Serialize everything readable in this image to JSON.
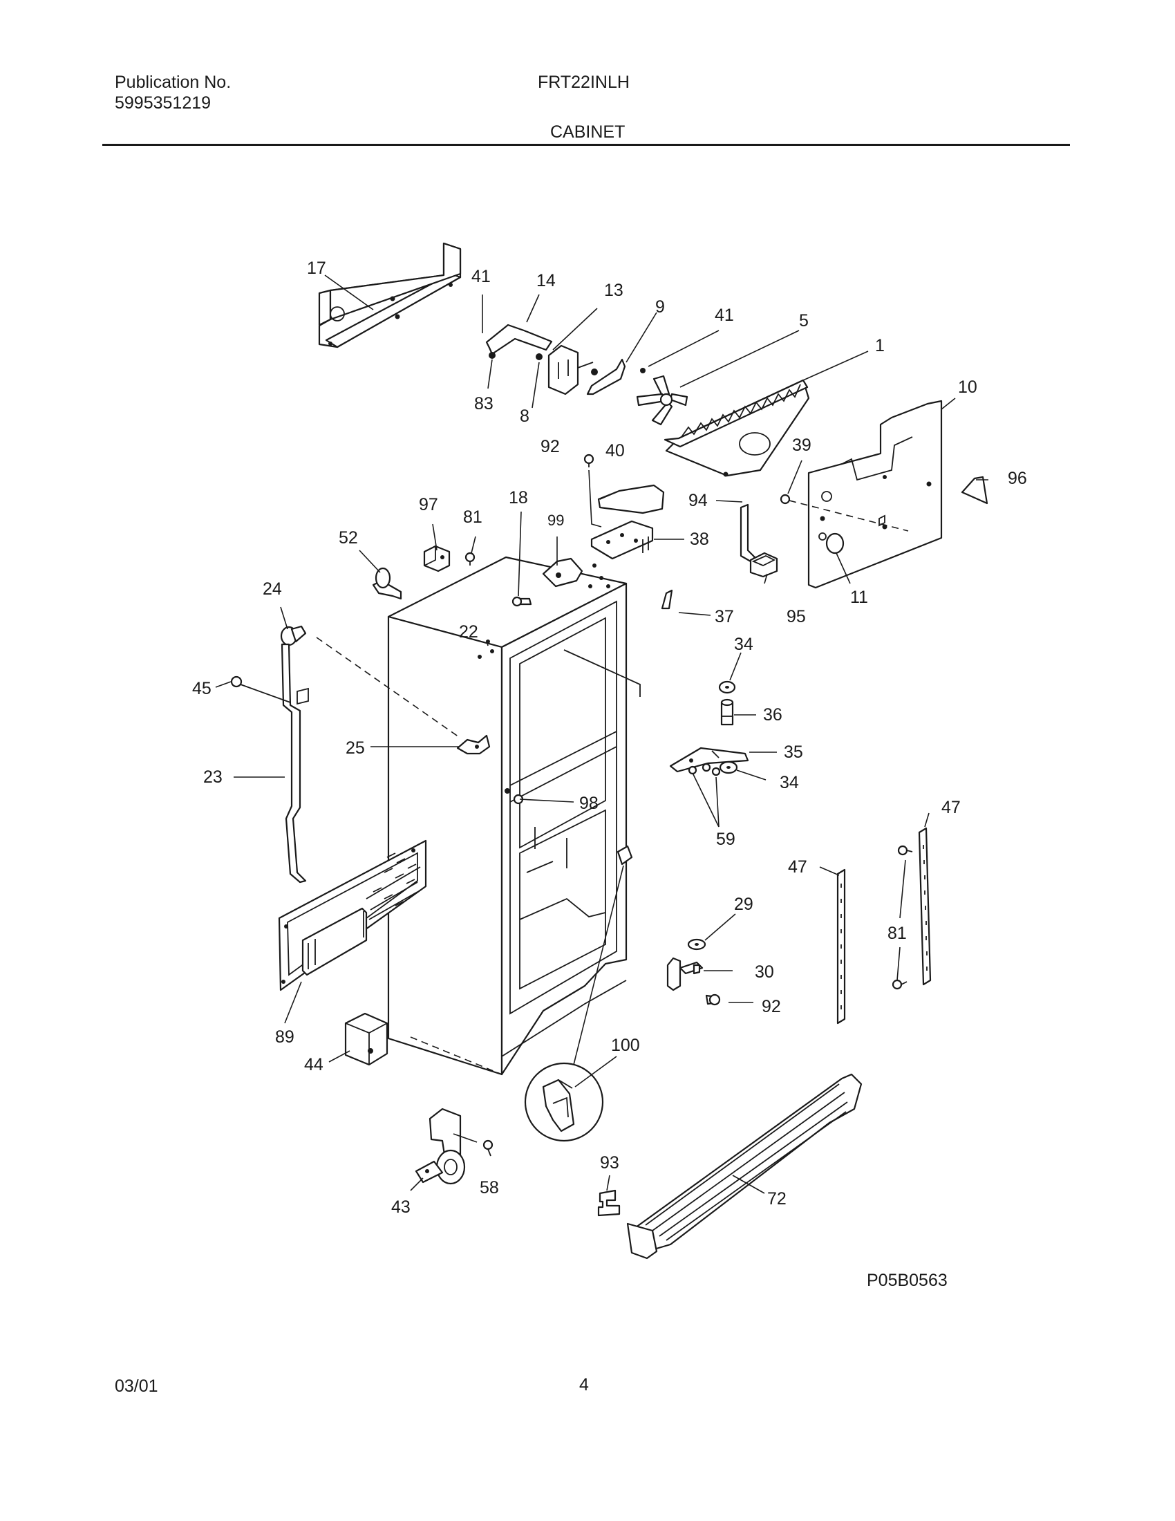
{
  "header": {
    "publication_label": "Publication No.",
    "publication_number": "5995351219",
    "model": "FRT22INLH",
    "section": "CABINET"
  },
  "diagram": {
    "drawing_id": "P05B0563",
    "callouts": {
      "c17": "17",
      "c41a": "41",
      "c14": "14",
      "c13": "13",
      "c9": "9",
      "c41b": "41",
      "c5": "5",
      "c1": "1",
      "c10": "10",
      "c83": "83",
      "c8": "8",
      "c92a": "92",
      "c40": "40",
      "c39": "39",
      "c96": "96",
      "c94": "94",
      "c97": "97",
      "c81a": "81",
      "c18": "18",
      "c99": "99",
      "c38": "38",
      "c52": "52",
      "c95": "95",
      "c11": "11",
      "c24": "24",
      "c37": "37",
      "c22": "22",
      "c34a": "34",
      "c45": "45",
      "c36": "36",
      "c25": "25",
      "c35": "35",
      "c23": "23",
      "c34b": "34",
      "c98": "98",
      "c47a": "47",
      "c59": "59",
      "c47b": "47",
      "c81b": "81",
      "c29": "29",
      "c30": "30",
      "c92b": "92",
      "c89": "89",
      "c44": "44",
      "c100": "100",
      "c58": "58",
      "c43": "43",
      "c93": "93",
      "c72": "72"
    }
  },
  "footer": {
    "date": "03/01",
    "page": "4"
  }
}
